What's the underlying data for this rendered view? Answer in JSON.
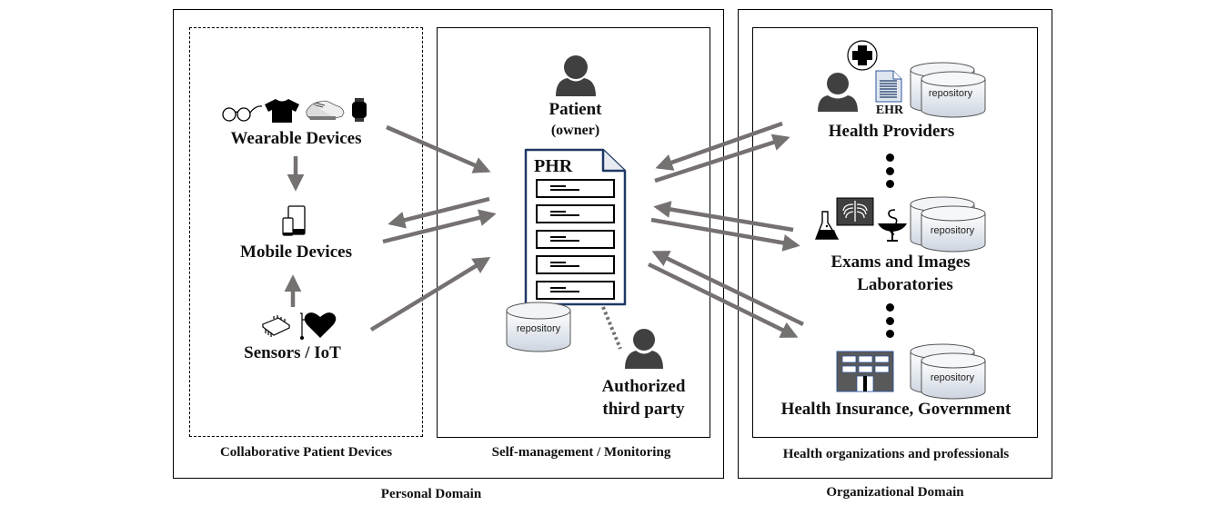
{
  "domains": {
    "personal": {
      "label": "Personal Domain",
      "panels": {
        "collaborative": {
          "caption": "Collaborative Patient Devices",
          "nodes": [
            {
              "id": "wearable",
              "label": "Wearable Devices",
              "icons": [
                "glasses-icon",
                "tshirt-icon",
                "sneakers-icon",
                "smartwatch-icon"
              ]
            },
            {
              "id": "mobile",
              "label": "Mobile Devices",
              "icons": [
                "tablet-phone-icon"
              ]
            },
            {
              "id": "sensors",
              "label": "Sensors / IoT",
              "icons": [
                "chip-icon",
                "heart-sensor-icon"
              ]
            }
          ]
        },
        "self_management": {
          "caption": "Self-management / Monitoring",
          "patient": {
            "label": "Patient",
            "sublabel": "(owner)"
          },
          "phr": {
            "title": "PHR",
            "record_rows": 5
          },
          "repository": {
            "label": "repository"
          },
          "third_party": {
            "line1": "Authorized",
            "line2": "third  party"
          }
        }
      }
    },
    "organizational": {
      "label": "Organizational Domain",
      "panel": {
        "caption": "Health organizations and professionals",
        "nodes": [
          {
            "id": "providers",
            "label": "Health  Providers",
            "doc_label": "EHR",
            "repository": "repository"
          },
          {
            "id": "labs",
            "line1": "Exams and Images",
            "line2": "Laboratories",
            "repository": "repository"
          },
          {
            "id": "insurance",
            "label": "Health Insurance,  Government",
            "repository": "repository"
          }
        ]
      }
    }
  },
  "colors": {
    "arrow": "#767171",
    "person": "#404040",
    "phr_border": "#1f3864",
    "repo_fill_top": "#ffffff",
    "repo_fill_bottom": "#d6dce5",
    "building": "#595959"
  }
}
